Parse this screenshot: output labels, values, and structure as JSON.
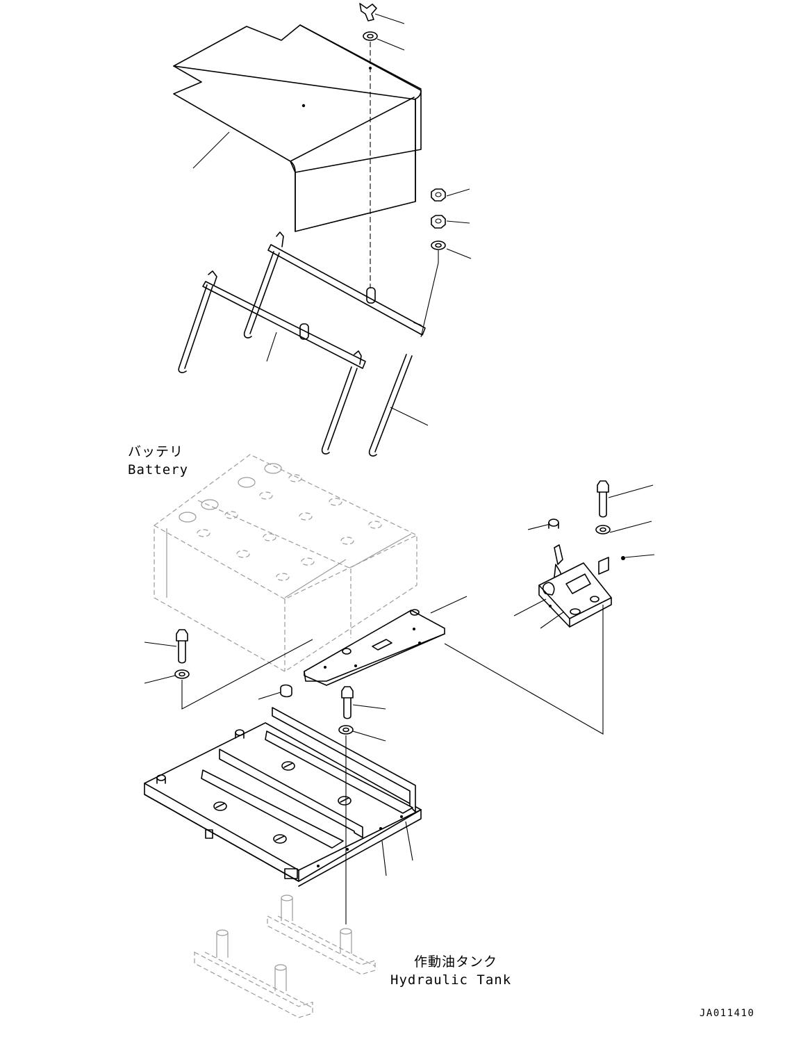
{
  "labels": {
    "battery_jp": "バッテリ",
    "battery_en": "Battery",
    "tank_jp": "作動油タンク",
    "tank_en": "Hydraulic Tank",
    "drawing_code": "JA011410"
  }
}
